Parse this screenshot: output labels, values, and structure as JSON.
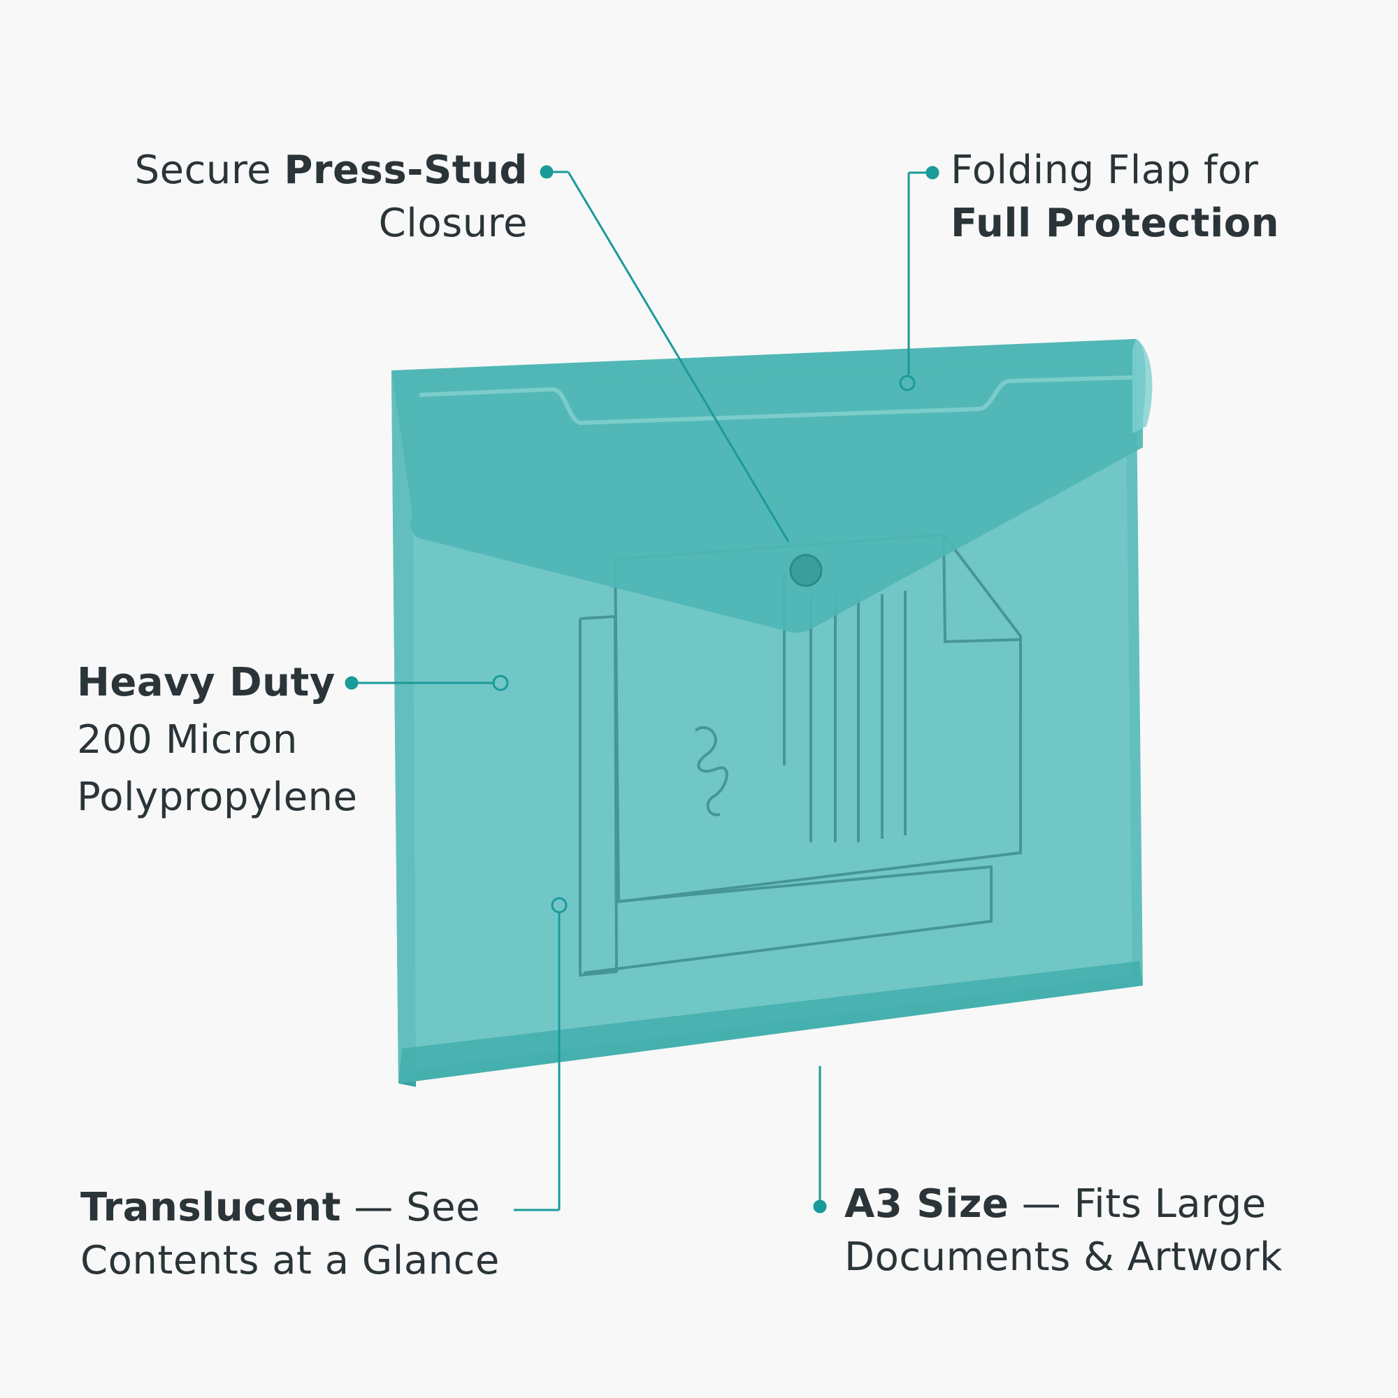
{
  "colors": {
    "accent": "#1a9a9a",
    "folder_front": "#6fc4c4",
    "folder_edge": "#3aaaa9",
    "folder_flap": "#5bbcbc",
    "text": "#2b3438",
    "background": "#f7f8f7"
  },
  "callouts": {
    "press_stud": {
      "prefix": "Secure ",
      "bold": "Press-Stud",
      "line2": "Closure"
    },
    "folding_flap": {
      "line1": "Folding Flap for",
      "bold": "Full Protection"
    },
    "heavy_duty": {
      "bold": "Heavy Duty",
      "line2": "200 Micron",
      "line3": "Polypropylene"
    },
    "translucent": {
      "bold": "Translucent",
      "suffix": " — See",
      "line2": "Contents at a Glance"
    },
    "a3_size": {
      "bold": "A3 Size",
      "suffix": " — Fits Large",
      "line2": "Documents & Artwork"
    }
  }
}
